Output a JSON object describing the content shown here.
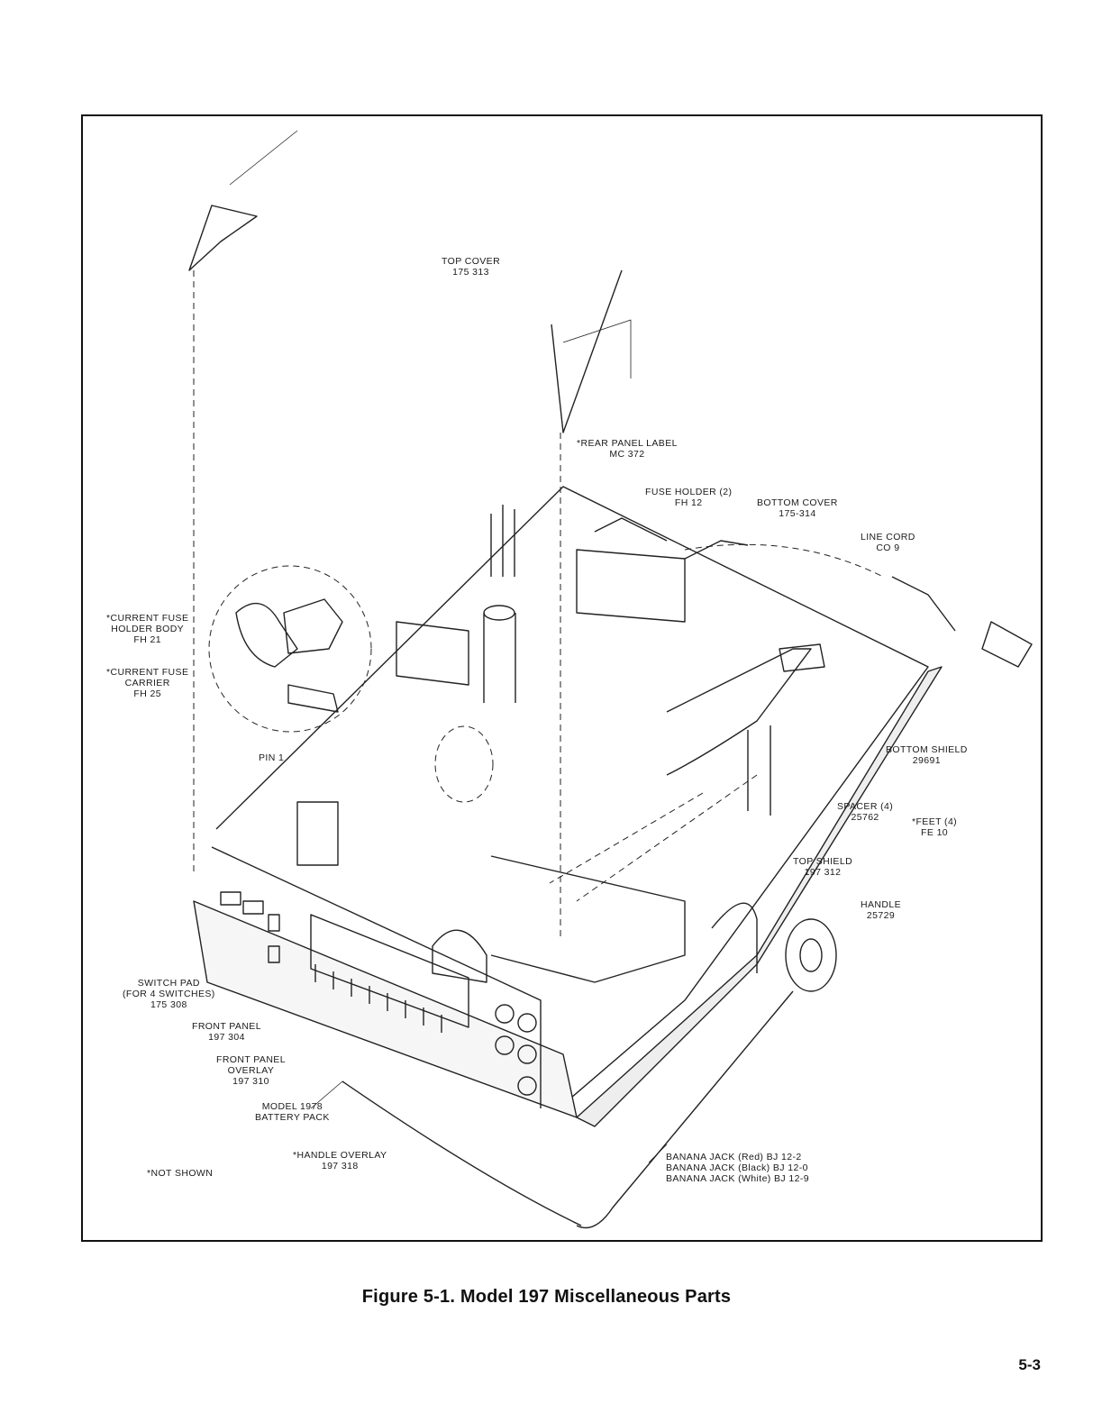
{
  "labels": {
    "top_cover": {
      "name": "TOP COVER",
      "part": "175 313"
    },
    "rear_panel_label": {
      "name": "*REAR PANEL LABEL",
      "part": "MC 372"
    },
    "fuse_holder": {
      "name": "FUSE HOLDER (2)",
      "part": "FH 12"
    },
    "bottom_cover": {
      "name": "BOTTOM COVER",
      "part": "175-314"
    },
    "line_cord": {
      "name": "LINE CORD",
      "part": "CO 9"
    },
    "current_fuse_holder_body": {
      "line1": "*CURRENT FUSE",
      "line2": "HOLDER BODY",
      "part": "FH 21"
    },
    "current_fuse_carrier": {
      "line1": "*CURRENT FUSE",
      "line2": "CARRIER",
      "part": "FH 25"
    },
    "pin1": {
      "name": "PIN 1"
    },
    "bottom_shield": {
      "name": "BOTTOM SHIELD",
      "part": "29691"
    },
    "spacer": {
      "name": "SPACER (4)",
      "part": "25762"
    },
    "feet": {
      "name": "*FEET (4)",
      "part": "FE 10"
    },
    "top_shield": {
      "name": "TOP SHIELD",
      "part": "197 312"
    },
    "handle": {
      "name": "HANDLE",
      "part": "25729"
    },
    "switch_pad": {
      "line1": "SWITCH PAD",
      "line2": "(FOR 4 SWITCHES)",
      "part": "175 308"
    },
    "front_panel": {
      "name": "FRONT PANEL",
      "part": "197 304"
    },
    "front_panel_overlay": {
      "line1": "FRONT PANEL",
      "line2": "OVERLAY",
      "part": "197 310"
    },
    "battery_pack": {
      "line1": "MODEL 1978",
      "line2": "BATTERY PACK"
    },
    "handle_overlay": {
      "name": "*HANDLE OVERLAY",
      "part": "197 318"
    },
    "not_shown": {
      "name": "*NOT SHOWN"
    },
    "banana_red": {
      "name": "BANANA JACK (Red) BJ 12-2"
    },
    "banana_black": {
      "name": "BANANA JACK (Black) BJ 12-0"
    },
    "banana_white": {
      "name": "BANANA JACK (White) BJ 12-9"
    }
  },
  "caption": "Figure 5-1. Model 197 Miscellaneous Parts",
  "page_number": "5-3"
}
